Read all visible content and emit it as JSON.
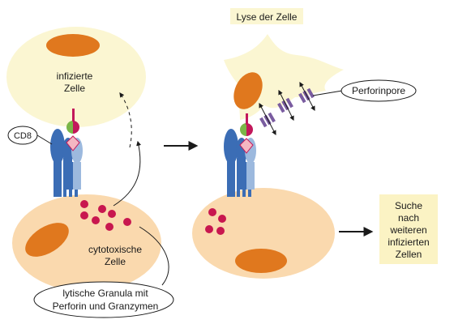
{
  "labels": {
    "infected_line1": "infizierte",
    "infected_line2": "Zelle",
    "cd8": "CD8",
    "cytotoxic_line1": "cytotoxische",
    "cytotoxic_line2": "Zelle",
    "granula_line1": "lytische Granula mit",
    "granula_line2": "Perforin und Granzymen",
    "lysis": "Lyse der Zelle",
    "perforin_pore": "Perforinpore",
    "search_line1": "Suche",
    "search_line2": "nach",
    "search_line3": "weiteren",
    "search_line4": "infizierten",
    "search_line5": "Zellen"
  },
  "colors": {
    "infected_cell_fill": "#fbf6d2",
    "tcell_fill": "#fad9ae",
    "nucleus_fill": "#e0781e",
    "granule_fill": "#c8174f",
    "receptor_blue": "#3b6db5",
    "receptor_light_blue": "#9cb9de",
    "mhc_green": "#7ab648",
    "mhc_magenta": "#c2185b",
    "mhc_pink": "#f4b6c2",
    "pore_purple": "#7a5ca0",
    "search_box_fill": "#fbf3c4",
    "text": "#1a1a1a"
  }
}
